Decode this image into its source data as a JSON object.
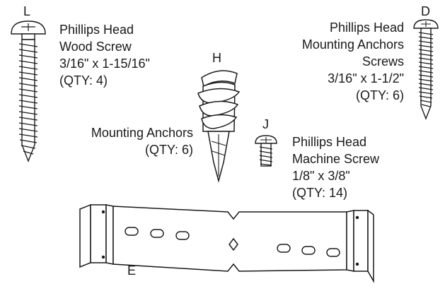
{
  "parts": {
    "L": {
      "letter": "L",
      "name_line1": "Phillips Head",
      "name_line2": "Wood Screw",
      "size": "3/16\" x 1-15/16\"",
      "qty": "(QTY: 4)"
    },
    "D": {
      "letter": "D",
      "name_line1": "Phillips Head",
      "name_line2": "Mounting Anchors",
      "name_line3": "Screws",
      "size": "3/16\" x 1-1/2\"",
      "qty": "(QTY: 6)"
    },
    "H": {
      "letter": "H",
      "name_line1": "Mounting Anchors",
      "qty": "(QTY: 6)"
    },
    "J": {
      "letter": "J",
      "name_line1": "Phillips Head",
      "name_line2": "Machine Screw",
      "size": "1/8\" x 3/8\"",
      "qty": "(QTY: 14)"
    },
    "E": {
      "letter": "E"
    }
  },
  "colors": {
    "stroke": "#1a1a1a",
    "fill": "#ffffff",
    "shade": "#e8e8e8"
  }
}
